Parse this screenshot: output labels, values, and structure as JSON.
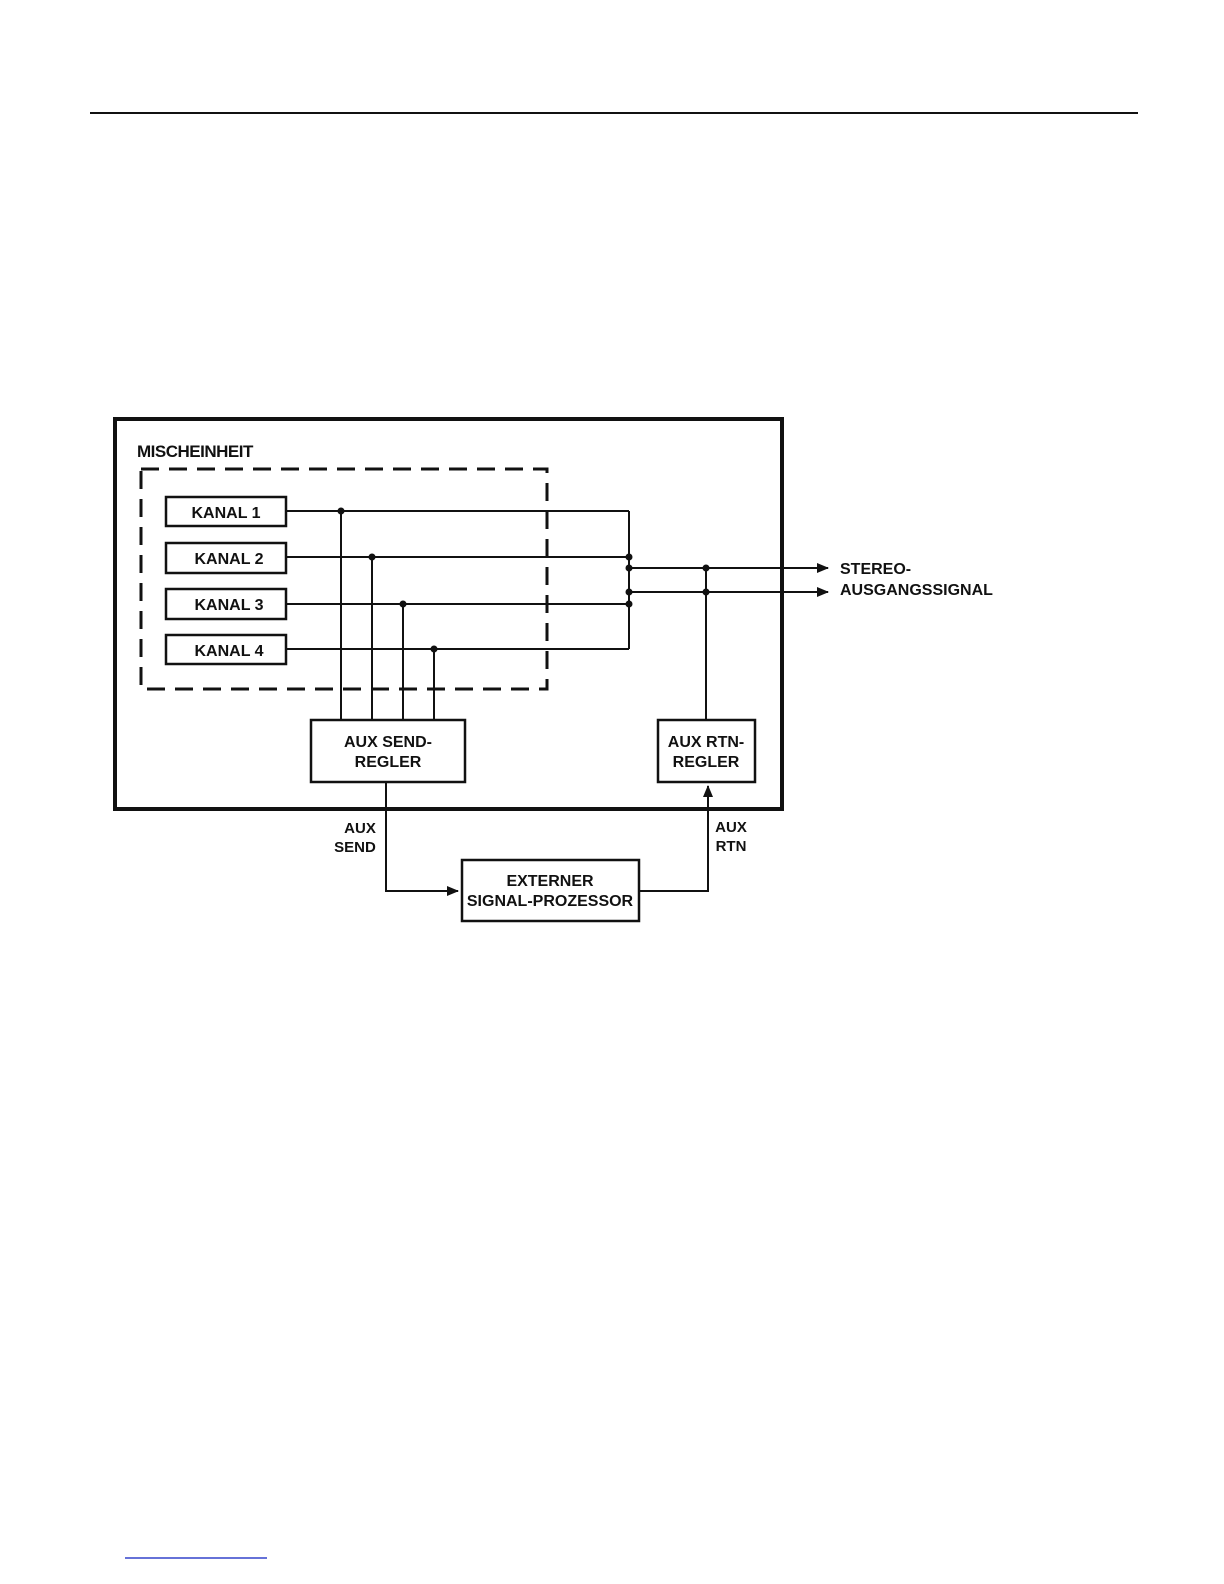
{
  "mixer": {
    "title": "MISCHEINHEIT",
    "channels": [
      "KANAL 1",
      "KANAL 2",
      "KANAL 3",
      "KANAL 4"
    ]
  },
  "aux_send_control": {
    "line1": "AUX SEND-",
    "line2": "REGLER"
  },
  "aux_rtn_control": {
    "line1": "AUX RTN-",
    "line2": "REGLER"
  },
  "external_processor": {
    "line1": "EXTERNER",
    "line2": "SIGNAL-PROZESSOR"
  },
  "aux_send_label": {
    "line1": "AUX",
    "line2": "SEND"
  },
  "aux_rtn_label": {
    "line1": "AUX",
    "line2": "RTN"
  },
  "stereo_output": {
    "line1": "STEREO-",
    "line2": "AUSGANGSSIGNAL"
  },
  "colors": {
    "ink": "#111111",
    "footer_link": "#3344cc"
  }
}
